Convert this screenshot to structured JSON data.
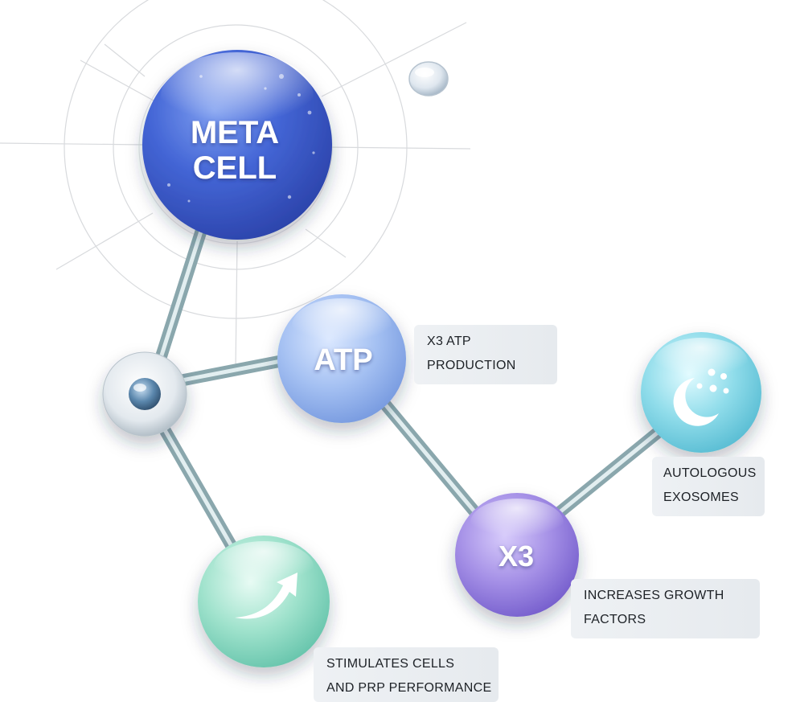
{
  "diagram": {
    "main_node": {
      "line1": "META",
      "line2": "CELL"
    },
    "atp_node": {
      "text": "ATP"
    },
    "x3_node": {
      "text": "X3"
    },
    "exosome_node": {
      "icon": "moon-dots-icon"
    },
    "stimulate_node": {
      "icon": "arrow-up-right-icon"
    },
    "labels": {
      "atp": {
        "line1": "X3 ATP",
        "line2": "PRODUCTION"
      },
      "exosomes": {
        "line1": "AUTOLOGOUS",
        "line2": "EXOSOMES"
      },
      "growth": {
        "line1": "INCREASES GROWTH",
        "line2": "FACTORS"
      },
      "stimulate": {
        "line1": "STIMULATES CELLS",
        "line2": "AND PRP PERFORMANCE"
      }
    },
    "colors": {
      "main": "#3d5fd0",
      "atp": "#9ab8ee",
      "x3": "#9d86e0",
      "exosome": "#7fd6e6",
      "stimulate": "#8fdcc4",
      "connector": "#a9c3c8"
    }
  }
}
